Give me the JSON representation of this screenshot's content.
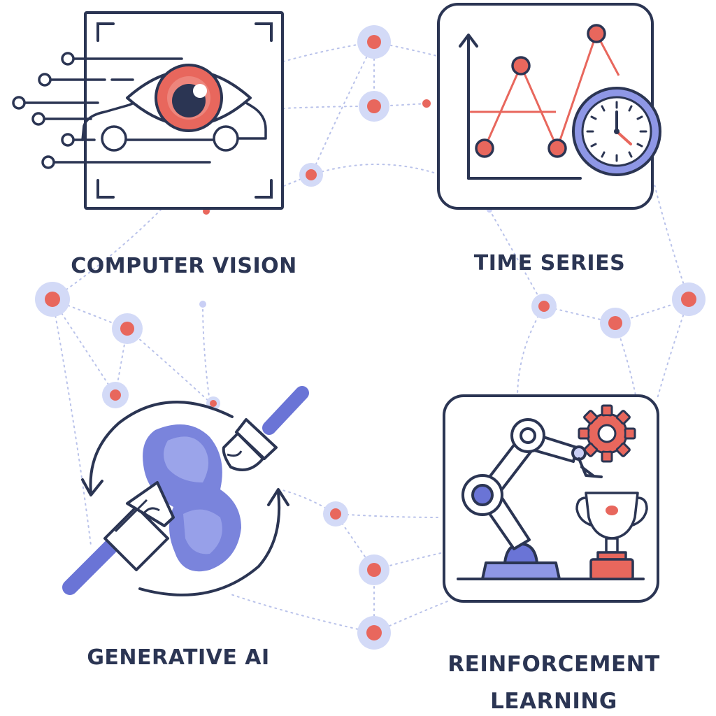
{
  "labels": {
    "computer_vision": "COMPUTER VISION",
    "time_series": "TIME SERIES",
    "generative_ai": "GENERATIVE AI",
    "rl_line1": "REINFORCEMENT",
    "rl_line2": "LEARNING"
  },
  "colors": {
    "ink": "#2b3553",
    "accent_red": "#e8675d",
    "accent_blue": "#6a74d6",
    "blue_light": "#c9cff5",
    "node_halo": "#d3daf7",
    "dotted": "#b9c2ea"
  },
  "icons": {
    "computer_vision": "eye-car-icon",
    "time_series": "line-chart-clock-icon",
    "generative_ai": "paintbrush-cycle-icon",
    "reinforcement_learning": "robot-arm-trophy-icon"
  }
}
